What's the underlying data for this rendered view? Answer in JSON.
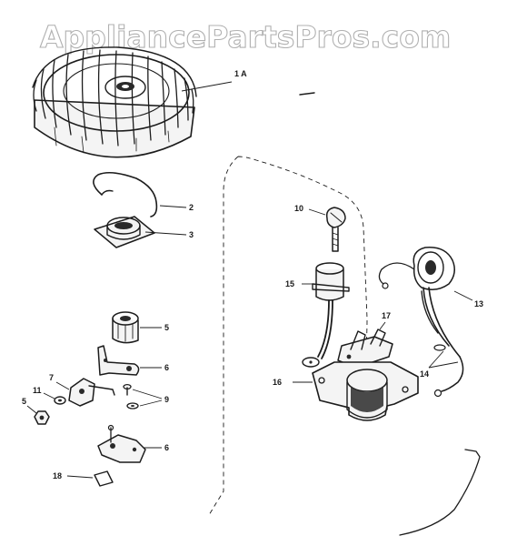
{
  "watermark": "AppliancePartsPros.com",
  "callouts": {
    "c1a": "1 A",
    "c2": "2",
    "c3": "3",
    "c5a": "5",
    "c6a": "6",
    "c7": "7",
    "c11": "11",
    "c5b": "5",
    "c9": "9",
    "c6b": "6",
    "c18": "18",
    "c10": "10",
    "c15": "15",
    "c13": "13",
    "c17": "17",
    "c16": "16",
    "c14": "14"
  }
}
